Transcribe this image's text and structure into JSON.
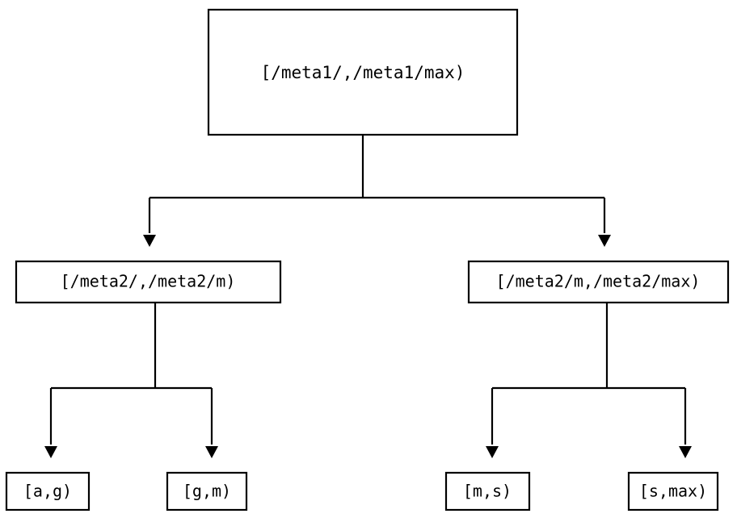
{
  "diagram": {
    "type": "tree",
    "title": "",
    "background_color": "#ffffff",
    "line_color": "#000000",
    "text_color": "#000000",
    "nodes": {
      "root": {
        "label": "[/meta1/,/meta1/max)"
      },
      "mid_left": {
        "label": "[/meta2/,/meta2/m)"
      },
      "mid_right": {
        "label": "[/meta2/m,/meta2/max)"
      },
      "leaf_1": {
        "label": "[a,g)"
      },
      "leaf_2": {
        "label": "[g,m)"
      },
      "leaf_3": {
        "label": "[m,s)"
      },
      "leaf_4": {
        "label": "[s,max)"
      }
    },
    "edges": [
      {
        "from": "root",
        "to": "mid_left",
        "arrow": "triangle-down"
      },
      {
        "from": "root",
        "to": "mid_right",
        "arrow": "triangle-down"
      },
      {
        "from": "mid_left",
        "to": "leaf_1",
        "arrow": "triangle-down"
      },
      {
        "from": "mid_left",
        "to": "leaf_2",
        "arrow": "triangle-down"
      },
      {
        "from": "mid_right",
        "to": "leaf_3",
        "arrow": "triangle-down"
      },
      {
        "from": "mid_right",
        "to": "leaf_4",
        "arrow": "triangle-down"
      }
    ]
  }
}
